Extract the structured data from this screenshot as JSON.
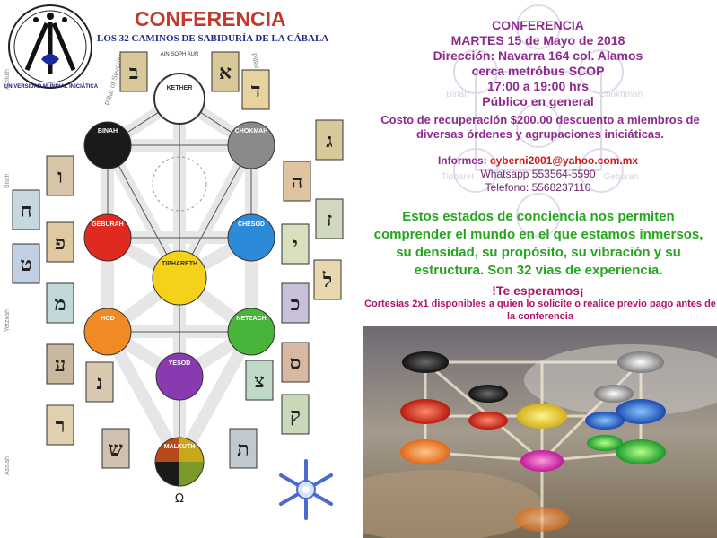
{
  "left_panel": {
    "title": "CONFERENCIA",
    "subtitle": "LOS 32 CAMINOS DE SABIDURÍA DE LA CÁBALA",
    "logo_caption": "UNIVERSIDAD MUNDIAL INICIÁTICA",
    "top_label": "AIN SOPH AUR",
    "sephiroth": [
      "KETHER",
      "BINAH",
      "CHOKMAH",
      "GEBURAH",
      "CHESOD",
      "TIPHARETH",
      "HOD",
      "NETZACH",
      "YESOD",
      "MALKUTH"
    ],
    "hebrew_letters": [
      "ב",
      "א",
      "ד",
      "ג",
      "ה",
      "ז",
      "ו",
      "ח",
      "ט",
      "פ",
      "י",
      "ל",
      "כ",
      "מ",
      "נ",
      "ע",
      "צ",
      "ס",
      "ק",
      "ר",
      "ש",
      "ת"
    ],
    "pillar_labels": [
      "Pillar of Severity",
      "Pillar of Mercy"
    ],
    "world_labels": [
      "Atziluth",
      "Briah",
      "Yetzirah",
      "Assiah"
    ],
    "bottom_symbol": "Ω"
  },
  "info": {
    "heading": "CONFERENCIA",
    "date": "MARTES 15 de Mayo de 2018",
    "address": "Dirección: Navarra  164 col. Alamos",
    "nearby": "cerca metróbus SCOP",
    "time": "17:00 a 19:00 hrs",
    "audience": "Público en general",
    "cost": "Costo de recuperación $200.00 descuento a miembros de diversas órdenes y agrupaciones  iniciáticas.",
    "informes_label": "Informes: ",
    "email": "cyberni2001@yahoo.com.mx",
    "whatsapp": "Whatsapp 553564-5590",
    "telefono": "Telefono:  5568237110",
    "message": "Estos estados de conciencia nos permiten comprender el mundo en el que estamos inmersos, su densidad, su propósito, su vibración y su estructura. Son 32 vías de experiencia.",
    "wait": "!Te esperamos¡",
    "cortesias": "Cortesías  2x1 disponibles a quien lo solicite o realice previo pago antes de la conferencia"
  },
  "watermark_labels": [
    "Binah",
    "Chokhmah",
    "Tipharet",
    "Geburah"
  ],
  "colors": {
    "title_red": "#c0392b",
    "purple": "#8e2a8e",
    "green": "#27a51f",
    "magenta": "#b0126a"
  }
}
